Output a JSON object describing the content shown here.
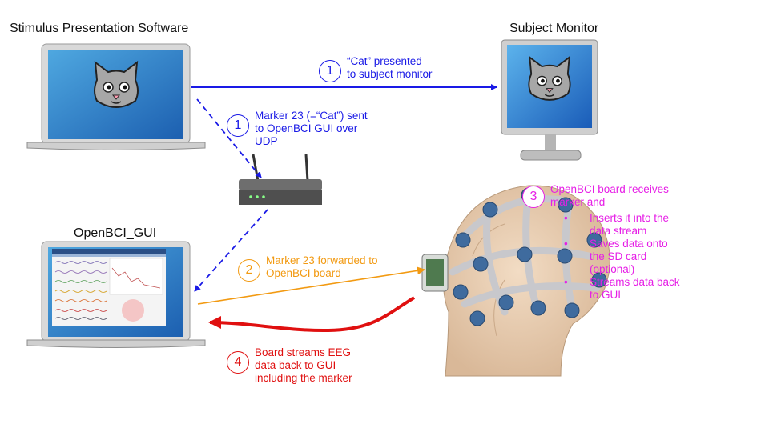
{
  "titles": {
    "stimulus_software": "Stimulus Presentation Software",
    "subject_monitor": "Subject Monitor",
    "gui": "OpenBCI_GUI"
  },
  "steps": {
    "step1a": {
      "number": "1",
      "text_line1": "“Cat”  presented",
      "text_line2": "to subject monitor"
    },
    "step1b": {
      "number": "1",
      "text_line1": "Marker 23 (=“Cat”) sent",
      "text_line2": "to OpenBCI GUI over",
      "text_line3": "UDP"
    },
    "step2": {
      "number": "2",
      "text_line1": "Marker 23 forwarded to",
      "text_line2": "OpenBCI board"
    },
    "step3": {
      "number": "3",
      "text_line1": "OpenBCI board receives",
      "text_line2": "marker and",
      "bullets": [
        {
          "line1": "Inserts it into the",
          "line2": "data stream"
        },
        {
          "line1": "Saves data onto",
          "line2": "the SD card",
          "line3": "(optional)"
        },
        {
          "line1": "Streams data back",
          "line2": "to GUI"
        }
      ],
      "bullet_char": "•"
    },
    "step4": {
      "number": "4",
      "text_line1": "Board streams EEG",
      "text_line2": "data back to GUI",
      "text_line3": "including the marker"
    }
  },
  "colors": {
    "step1": "#1a1ae6",
    "step2": "#f29a12",
    "step3": "#e61ee6",
    "step4": "#e01010"
  },
  "icons": [
    "laptop-icon",
    "cat-face-icon",
    "monitor-icon",
    "router-icon",
    "eeg-headset-icon"
  ]
}
